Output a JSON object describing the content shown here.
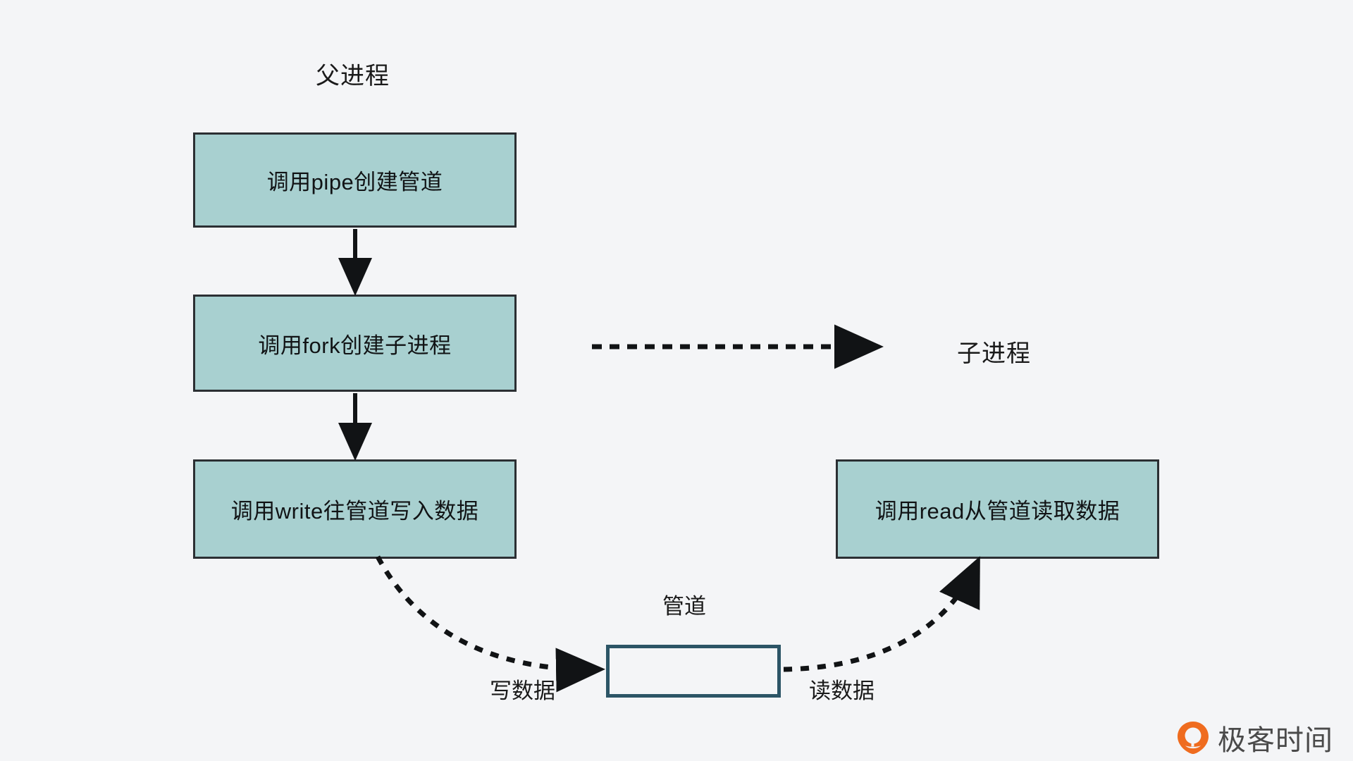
{
  "diagram": {
    "title_parent": "父进程",
    "title_child": "子进程",
    "background_color": "#f4f5f7",
    "box_fill_color": "#a8d0d0",
    "box_border_color": "#2b2f33",
    "pipe_border_color": "#2c5566",
    "steps": [
      {
        "id": "pipe",
        "label": "调用pipe创建管道"
      },
      {
        "id": "fork",
        "label": "调用fork创建子进程"
      },
      {
        "id": "write",
        "label": "调用write往管道写入数据"
      },
      {
        "id": "read",
        "label": "调用read从管道读取数据"
      }
    ],
    "pipe": {
      "label": "管道",
      "content": ""
    },
    "edges": [
      {
        "id": "pipe-to-fork",
        "style": "solid",
        "label": ""
      },
      {
        "id": "fork-to-write",
        "style": "solid",
        "label": ""
      },
      {
        "id": "fork-to-child",
        "style": "dashed",
        "label": ""
      },
      {
        "id": "write-to-pipe",
        "style": "dotted",
        "label": "写数据"
      },
      {
        "id": "pipe-to-read",
        "style": "dotted",
        "label": "读数据"
      }
    ]
  },
  "logo": {
    "text": "极客时间",
    "mark_color": "#ef6c1f"
  }
}
